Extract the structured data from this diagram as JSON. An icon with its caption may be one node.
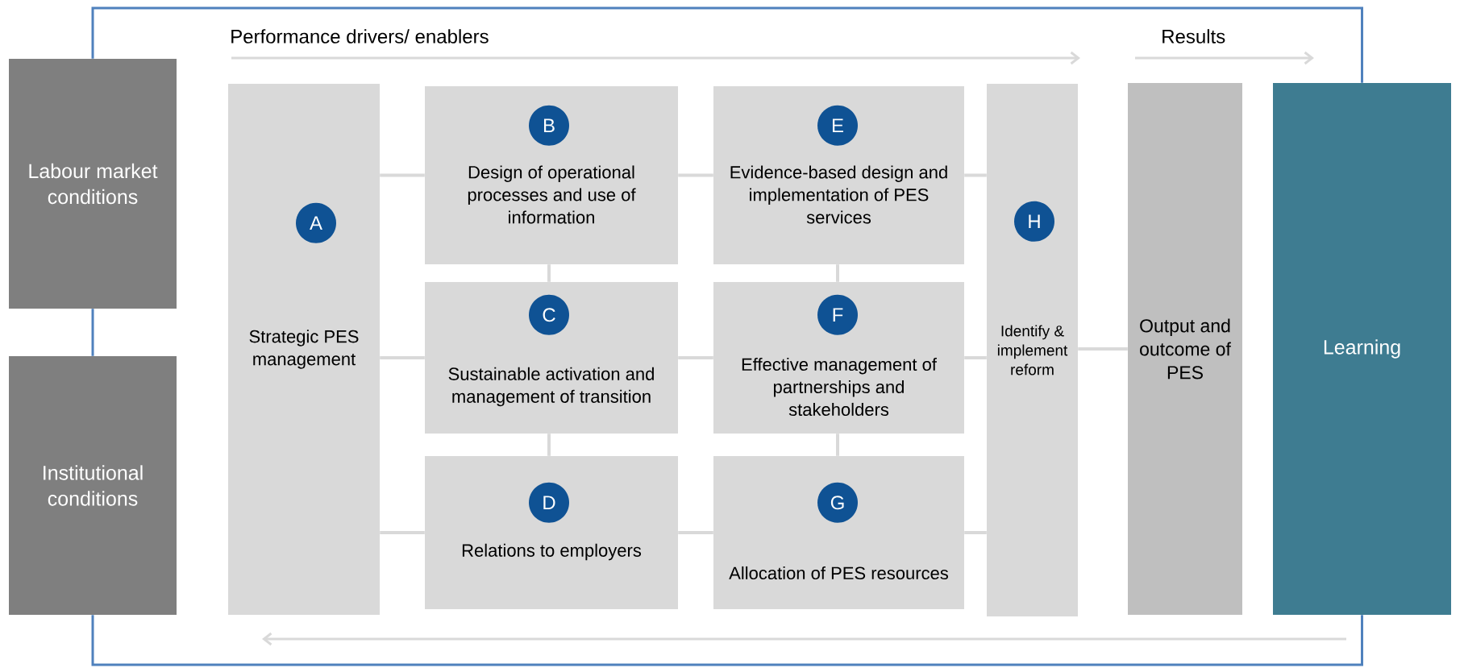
{
  "diagram": {
    "nodes": [
      {
        "text": [
          "Labour market conditions"
        ]
      },
      {
        "text": [
          "Institutional conditions"
        ]
      },
      {
        "text": [
          "Strategic PES management"
        ]
      },
      {
        "text": [
          "A"
        ],
        "in": 2
      },
      {
        "text": [
          "Design of operational processes and use of information"
        ]
      },
      {
        "text": [
          "B"
        ],
        "in": 4
      },
      {
        "text": [
          "Evidence-based design and implementation of PES services"
        ]
      },
      {
        "text": [
          "E"
        ],
        "in": 6
      },
      {
        "text": [
          "Sustainable activation and management of transition"
        ]
      },
      {
        "text": [
          "C"
        ],
        "in": 8
      },
      {
        "text": [
          "Effective management of partnerships and stakeholders"
        ]
      },
      {
        "text": [
          "F"
        ],
        "in": 10
      },
      {
        "text": [
          "Relations to employers"
        ]
      },
      {
        "text": [
          "D"
        ],
        "in": 12
      },
      {
        "text": [
          "Allocation of PES resources"
        ]
      },
      {
        "text": [
          "G"
        ],
        "in": 14
      },
      {
        "text": [
          "Identify & implement reform"
        ]
      },
      {
        "text": [
          "H"
        ],
        "in": 16
      },
      {
        "text": [
          "Output and outcome of PES"
        ]
      },
      {
        "text": [
          "Learning"
        ]
      }
    ],
    "edges": [
      {
        "from": 0,
        "to": 1,
        "arrow": "none",
        "color": "#4f81bd"
      },
      {
        "from": 19,
        "to": 0,
        "arrow": "none",
        "color": "#4f81bd"
      },
      {
        "from": 19,
        "to": 1,
        "arrow": "none",
        "color": "#4f81bd"
      },
      {
        "from": 2,
        "to": 4,
        "arrow": "none"
      },
      {
        "from": 2,
        "to": 8,
        "arrow": "none"
      },
      {
        "from": 2,
        "to": 12,
        "arrow": "none"
      },
      {
        "from": 4,
        "to": 6,
        "arrow": "none"
      },
      {
        "from": 8,
        "to": 10,
        "arrow": "none"
      },
      {
        "from": 12,
        "to": 14,
        "arrow": "none"
      },
      {
        "from": 6,
        "to": 16,
        "arrow": "none"
      },
      {
        "from": 10,
        "to": 16,
        "arrow": "none"
      },
      {
        "from": 14,
        "to": 16,
        "arrow": "none"
      },
      {
        "from": 16,
        "to": 18,
        "arrow": "none"
      },
      {
        "from": 4,
        "to": 8,
        "arrow": "none"
      },
      {
        "from": 8,
        "to": 12,
        "arrow": "none"
      },
      {
        "from": 6,
        "to": 10,
        "arrow": "none"
      },
      {
        "from": 10,
        "to": 14,
        "arrow": "none"
      }
    ],
    "labels": [
      "Performance drivers/ enablers",
      "Results"
    ]
  }
}
